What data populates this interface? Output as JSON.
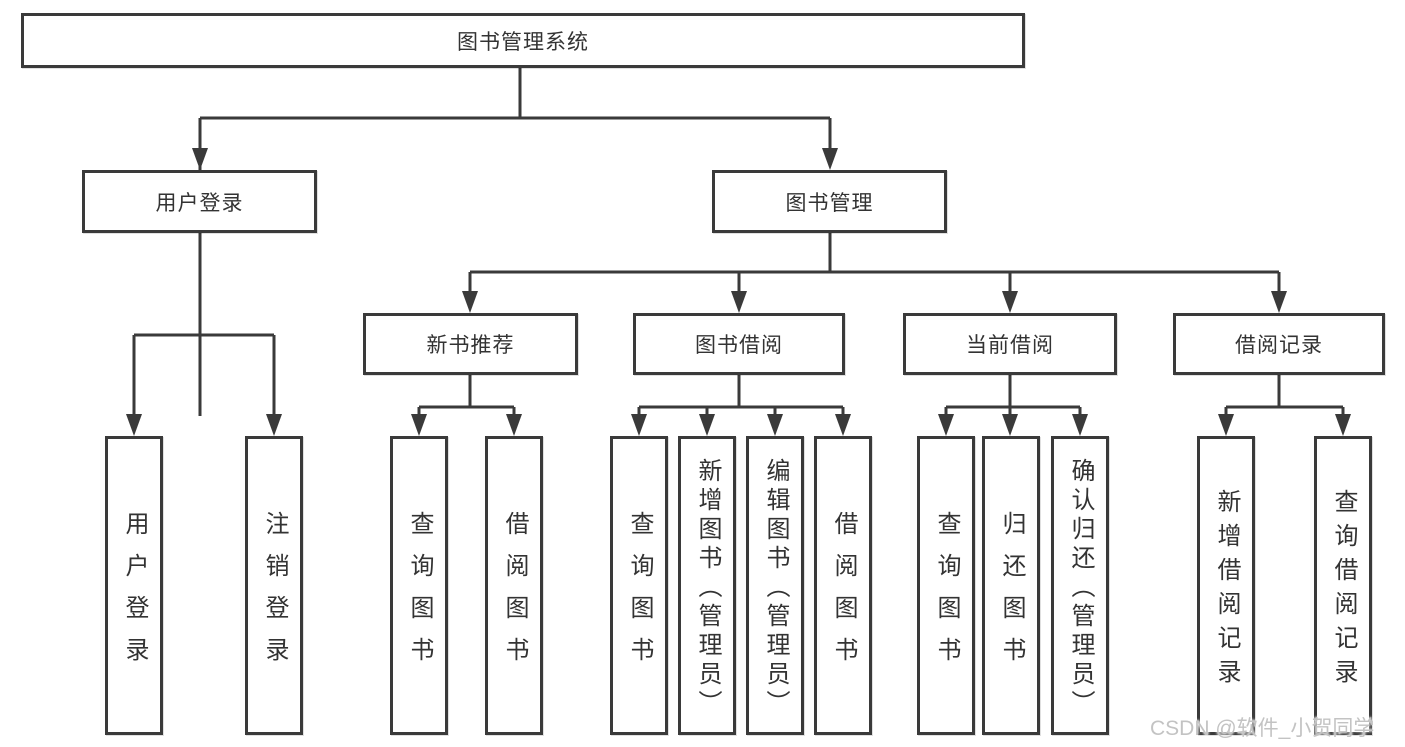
{
  "diagram": {
    "root": {
      "label": "图书管理系统"
    },
    "user_login": {
      "label": "用户登录",
      "children": [
        {
          "label": "用户登录"
        },
        {
          "label": "注销登录"
        }
      ]
    },
    "book_mgmt": {
      "label": "图书管理",
      "sections": [
        {
          "label": "新书推荐",
          "children": [
            {
              "label": "查询图书"
            },
            {
              "label": "借阅图书"
            }
          ]
        },
        {
          "label": "图书借阅",
          "children": [
            {
              "label": "查询图书"
            },
            {
              "label": "新增图书（管理员）"
            },
            {
              "label": "编辑图书（管理员）"
            },
            {
              "label": "借阅图书"
            }
          ]
        },
        {
          "label": "当前借阅",
          "children": [
            {
              "label": "查询图书"
            },
            {
              "label": "归还图书"
            },
            {
              "label": "确认归还（管理员）"
            }
          ]
        },
        {
          "label": "借阅记录",
          "children": [
            {
              "label": "新增借阅记录"
            },
            {
              "label": "查询借阅记录"
            }
          ]
        }
      ]
    }
  },
  "watermark": {
    "text": "CSDN @软件_小贺同学"
  },
  "colors": {
    "line": "#3a3a3a",
    "text": "#333333",
    "watermark": "#c3c3c3",
    "background": "#ffffff"
  }
}
